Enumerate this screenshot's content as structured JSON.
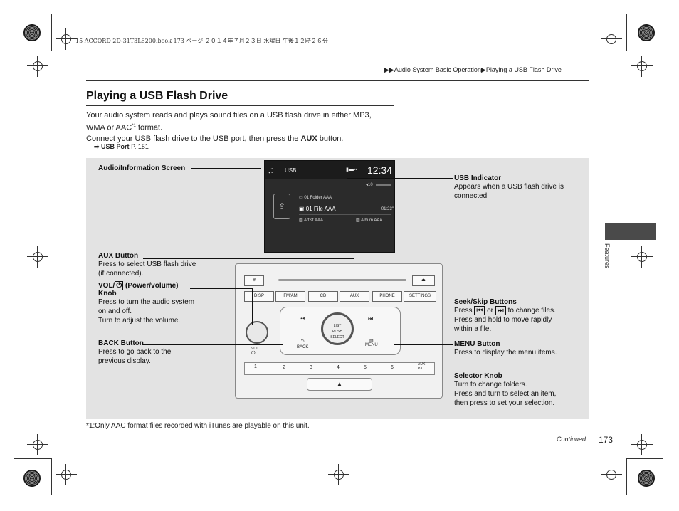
{
  "print_header": "15 ACCORD 2D-31T3L6200.book  173 ページ  ２０１４年７月２３日  水曜日  午後１２時２６分",
  "breadcrumb": {
    "part1": "Audio System Basic Operation",
    "part2": "Playing a USB Flash Drive"
  },
  "section_title": "Playing a USB Flash Drive",
  "intro": {
    "line1": "Your audio system reads and plays sound files on a USB flash drive in either MP3,",
    "line2_a": "WMA or AAC",
    "line2_sup": "*1",
    "line2_b": " format.",
    "line3_a": "Connect your USB flash drive to the USB port, then press the ",
    "line3_bold": "AUX",
    "line3_b": " button.",
    "ref_bold": "USB Port",
    "ref_page": " P. 151"
  },
  "screen": {
    "source": "USB",
    "time": "12:34",
    "track_no": "01:23\"",
    "volume": "10",
    "folder": "01  Folder AAA",
    "file": "01 File AAA",
    "artist": "Artist AAA",
    "album": "Album AAA"
  },
  "panel": {
    "buttons": [
      "DISP",
      "FM/AM",
      "CD",
      "AUX",
      "PHONE",
      "SETTINGS"
    ],
    "presets": [
      "1",
      "2",
      "3",
      "4",
      "5",
      "6"
    ],
    "aux_label": "AUX\nP3",
    "knob_label": "LIST\nPUSH\nSELECT",
    "back": "BACK",
    "menu": "MENU",
    "vol": "VOL"
  },
  "callouts_left": {
    "screen": "Audio/Information Screen",
    "aux_title": "AUX Button",
    "aux_text1": "Press to select USB flash drive",
    "aux_text2": "(if connected).",
    "vol_title_a": "VOL/",
    "vol_title_b": " (Power/volume)",
    "vol_title_c": "Knob",
    "vol_text1": "Press to turn the audio system",
    "vol_text2": "on and off.",
    "vol_text3": "Turn to adjust the volume.",
    "back_title": "BACK Button",
    "back_text1": "Press to go back to the",
    "back_text2": "previous display."
  },
  "callouts_right": {
    "usb_title": "USB Indicator",
    "usb_text1": "Appears when a USB flash drive is",
    "usb_text2": "connected.",
    "seek_title": "Seek/Skip Buttons",
    "seek_text1a": "Press",
    "seek_text1b": " or ",
    "seek_text1c": " to change files.",
    "seek_text2": "Press and hold to move rapidly",
    "seek_text3": "within a file.",
    "menu_title": "MENU Button",
    "menu_text": "Press to display the menu items.",
    "sel_title": "Selector Knob",
    "sel_text1": "Turn to change folders.",
    "sel_text2": "Press and turn to select an item,",
    "sel_text3": "then press to set your selection."
  },
  "footnote": "*1:Only AAC format files recorded with iTunes are playable on this unit.",
  "continued": "Continued",
  "page_number": "173",
  "side_tab": "Features"
}
